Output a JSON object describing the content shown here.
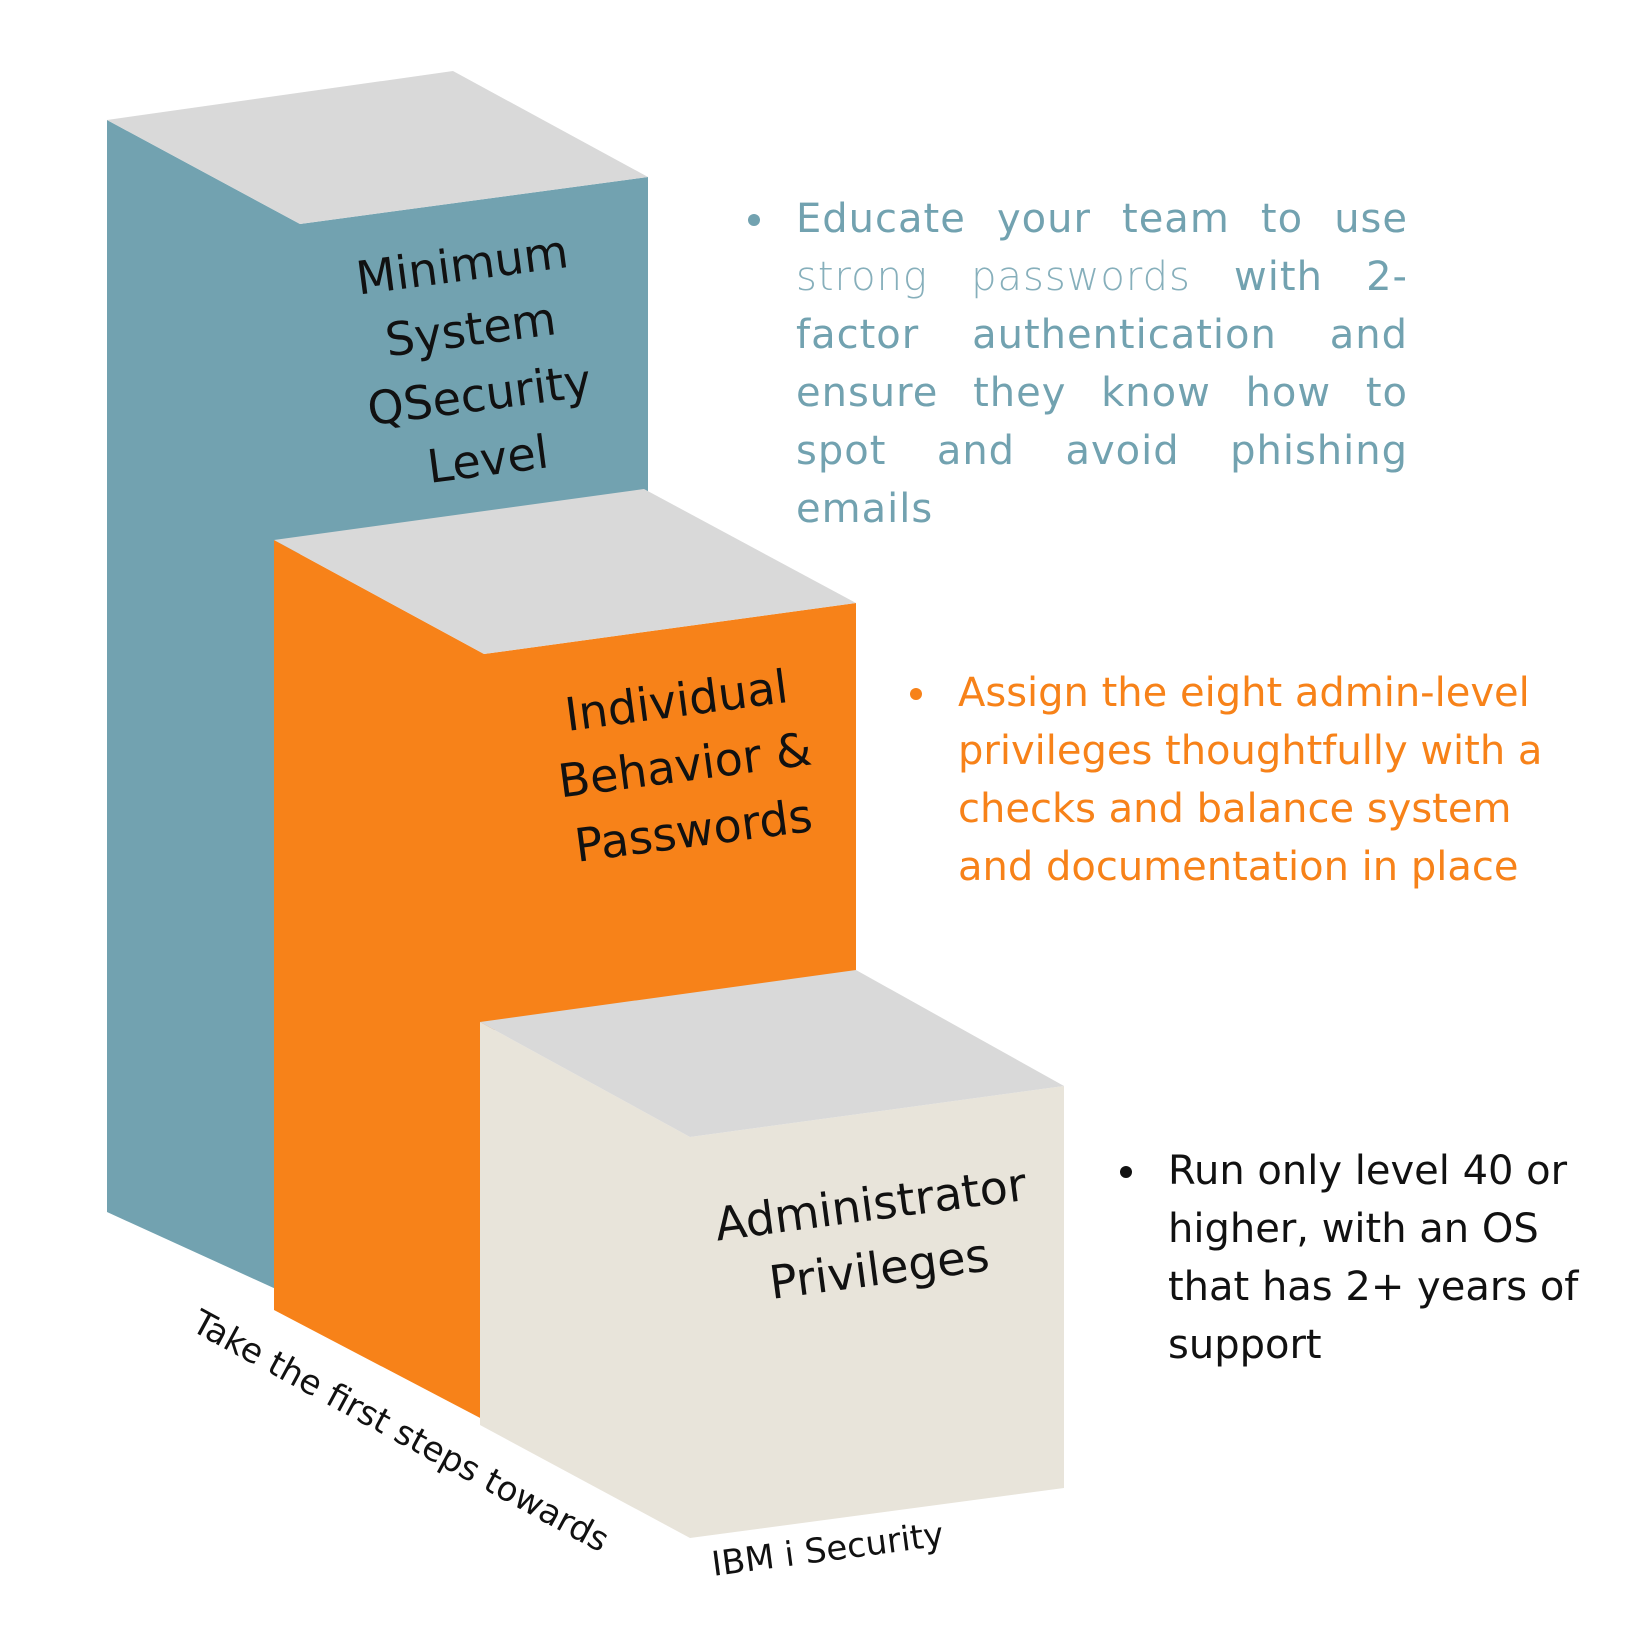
{
  "colors": {
    "teal": "#72a2b0",
    "orange": "#f78219",
    "beige": "#e8e4da",
    "top_face": "#d9d9d9",
    "dark_text": "#111111"
  },
  "steps": [
    {
      "label": "Minimum\nSystem\nQSecurity\nLevel",
      "color": "teal"
    },
    {
      "label": "Individual\nBehavior &\nPasswords",
      "color": "orange"
    },
    {
      "label": "Administrator\nPrivileges",
      "color": "beige"
    }
  ],
  "caption": {
    "part1": "Take the first steps towards",
    "part2": "IBM i Security"
  },
  "bullets": {
    "teal": {
      "part1": "Educate your team to use",
      "part2": "strong passwords",
      "part3": " with 2-factor authentication and ensure they know how to spot and avoid phishing emails"
    },
    "orange": "Assign the eight admin-level privileges thoughtfully with a checks and balance system and documentation in place",
    "dark": "Run only level 40 or higher, with an OS that has 2+ years of support"
  }
}
